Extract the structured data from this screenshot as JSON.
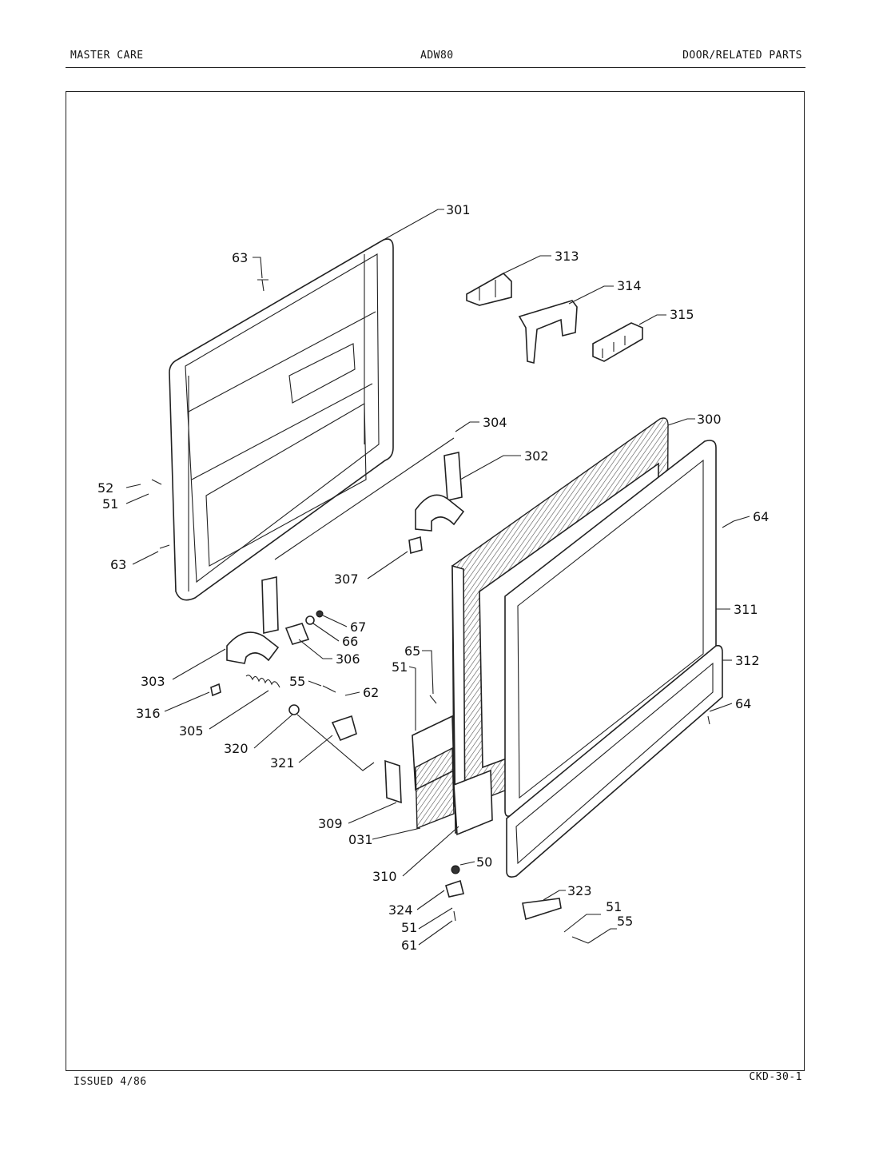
{
  "header": {
    "brand": "MASTER CARE",
    "model": "ADW80",
    "section": "DOOR/RELATED PARTS"
  },
  "footer": {
    "issued": "ISSUED 4/86",
    "page_code": "CKD-30-1"
  },
  "callouts": {
    "c301": "301",
    "c313": "313",
    "c314": "314",
    "c315": "315",
    "c63a": "63",
    "c304": "304",
    "c300": "300",
    "c302": "302",
    "c52": "52",
    "c51a": "51",
    "c64a": "64",
    "c63b": "63",
    "c307": "307",
    "c311": "311",
    "c67": "67",
    "c66": "66",
    "c306": "306",
    "c312": "312",
    "c65": "65",
    "c51b": "51",
    "c303": "303",
    "c55a": "55",
    "c62": "62",
    "c64b": "64",
    "c316": "316",
    "c305": "305",
    "c320": "320",
    "c321": "321",
    "c309": "309",
    "c031": "031",
    "c310": "310",
    "c50": "50",
    "c323": "323",
    "c324": "324",
    "c51c": "51",
    "c51d": "51",
    "c55b": "55",
    "c61": "61"
  }
}
